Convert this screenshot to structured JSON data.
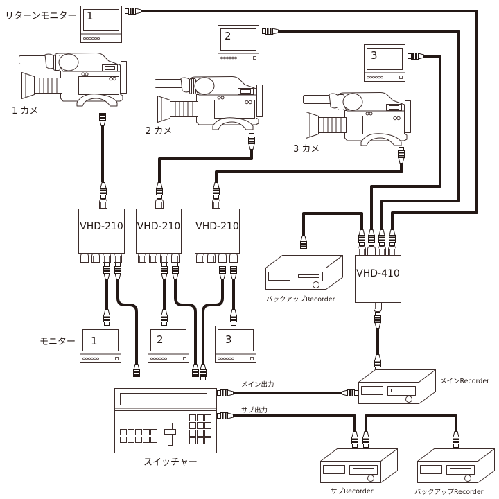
{
  "colors": {
    "line": "#231815",
    "outline": "#3d2d2b",
    "background": "#ffffff"
  },
  "return_monitor": {
    "label": "リターンモニター",
    "screen_number": "1"
  },
  "cameras": [
    {
      "label": "1 カメ"
    },
    {
      "label": "2 カメ"
    },
    {
      "label": "3 カメ"
    }
  ],
  "camera_monitors": [
    {
      "screen_number": "2"
    },
    {
      "screen_number": "3"
    }
  ],
  "splitters": [
    {
      "model": "VHD-210"
    },
    {
      "model": "VHD-210"
    },
    {
      "model": "VHD-210"
    }
  ],
  "distributor": {
    "model": "VHD-410"
  },
  "monitors": {
    "label": "モニター",
    "items": [
      {
        "screen_number": "1"
      },
      {
        "screen_number": "2"
      },
      {
        "screen_number": "3"
      }
    ]
  },
  "switcher": {
    "label": "スイッチャー",
    "outputs": [
      {
        "label": "メイン出力"
      },
      {
        "label": "サブ出力"
      }
    ]
  },
  "recorders": {
    "backup_left": {
      "label": "バックアップRecorder"
    },
    "main": {
      "label": "メインRecorder"
    },
    "sub": {
      "label": "サブRecorder"
    },
    "backup_right": {
      "label": "バックアップRecorder"
    }
  }
}
